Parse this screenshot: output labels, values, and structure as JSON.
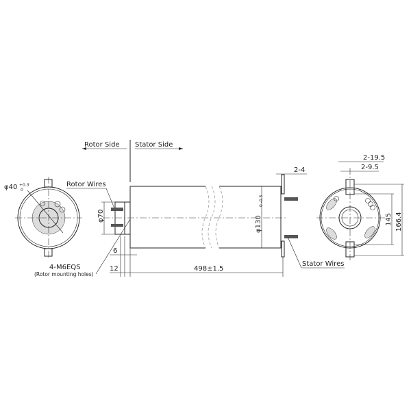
{
  "labels": {
    "rotor_side": "Rotor Side",
    "stator_side": "Stator Side",
    "rotor_wires": "Rotor Wires",
    "stator_wires": "Stator Wires",
    "mounting_holes": "4-M6EQS",
    "mounting_holes_note": "(Rotor mounting holes)"
  },
  "dimensions": {
    "bore": "φ40",
    "bore_tol_upper": "+0.3",
    "bore_tol_lower": "0",
    "rotor_dia": "φ70",
    "body_dia": "φ130",
    "body_tol": "0 -0.5",
    "flange_thk": "2-4",
    "d6": "6",
    "d12": "12",
    "length": "498±1.5",
    "slot_width": "2-19.5",
    "slot_inner": "2-9.5",
    "hole_span": "145",
    "overall": "166.4"
  }
}
